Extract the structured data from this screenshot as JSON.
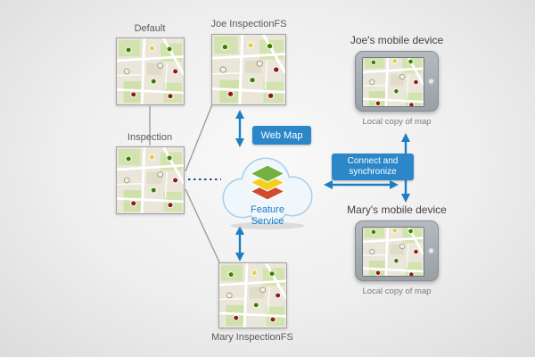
{
  "maps": {
    "default": {
      "label": "Default"
    },
    "joe": {
      "label": "Joe InspectionFS"
    },
    "inspection": {
      "label": "Inspection"
    },
    "mary": {
      "label": "Mary InspectionFS"
    }
  },
  "cloud": {
    "badge": "Web Map",
    "service": "Feature Service"
  },
  "sync": {
    "label": "Connect and synchronize"
  },
  "devices": {
    "joe": {
      "title": "Joe's mobile device",
      "caption": "Local copy of map"
    },
    "mary": {
      "title": "Mary's mobile device",
      "caption": "Local copy of map"
    }
  },
  "icons": {
    "cloud": "cloud-icon",
    "layers": "feature-service-layers-icon",
    "map": "map-thumbnail-icon",
    "tablet_home": "home-button-icon"
  },
  "colors": {
    "accent_blue": "#1d7fc1",
    "badge_blue": "#2b87c8",
    "line_gray": "#9c9c9c",
    "dotted_navy": "#2a4d7a",
    "layer_green": "#76b043",
    "layer_yellow": "#f4d01e",
    "layer_red": "#cf4a2f"
  }
}
